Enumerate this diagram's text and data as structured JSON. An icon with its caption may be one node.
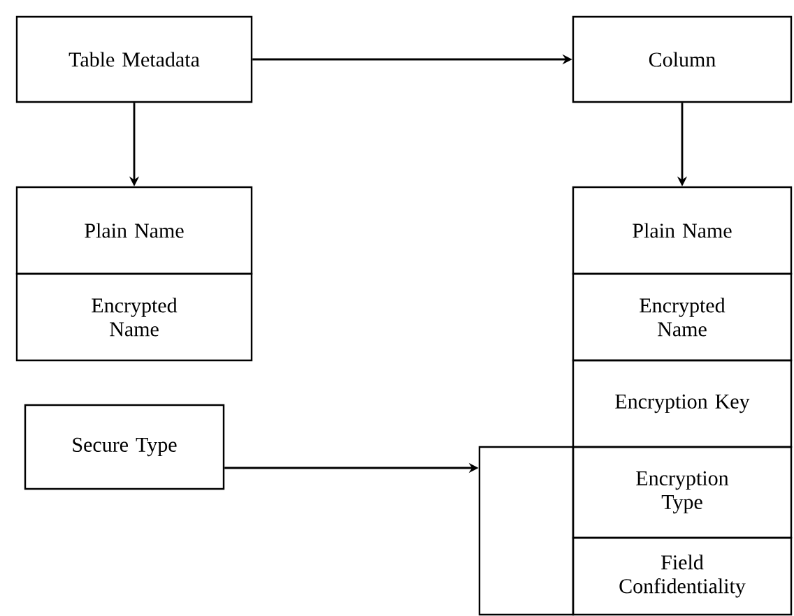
{
  "diagram": {
    "nodes": [
      {
        "text": [
          "Table Metadata"
        ]
      },
      {
        "text": [
          "Column"
        ]
      },
      {
        "text": [
          "Plain Name"
        ]
      },
      {
        "text": [
          "Encrypted Name"
        ]
      },
      {
        "text": [
          "Plain Name"
        ]
      },
      {
        "text": [
          "Encrypted Name"
        ]
      },
      {
        "text": [
          "Encryption Key"
        ]
      },
      {
        "text": [
          "Encryption Type"
        ]
      },
      {
        "text": [
          "Field Confidentiality"
        ]
      },
      {
        "text": [
          "Secure Type"
        ]
      },
      {
        "text": [],
        "shape": "box"
      }
    ],
    "edges": [
      {
        "from": 0,
        "to": 1,
        "arrow": "to"
      },
      {
        "from": 0,
        "to": 2,
        "arrow": "to"
      },
      {
        "from": 1,
        "to": 4,
        "arrow": "to"
      },
      {
        "from": 9,
        "to": 10,
        "arrow": "to"
      }
    ]
  }
}
